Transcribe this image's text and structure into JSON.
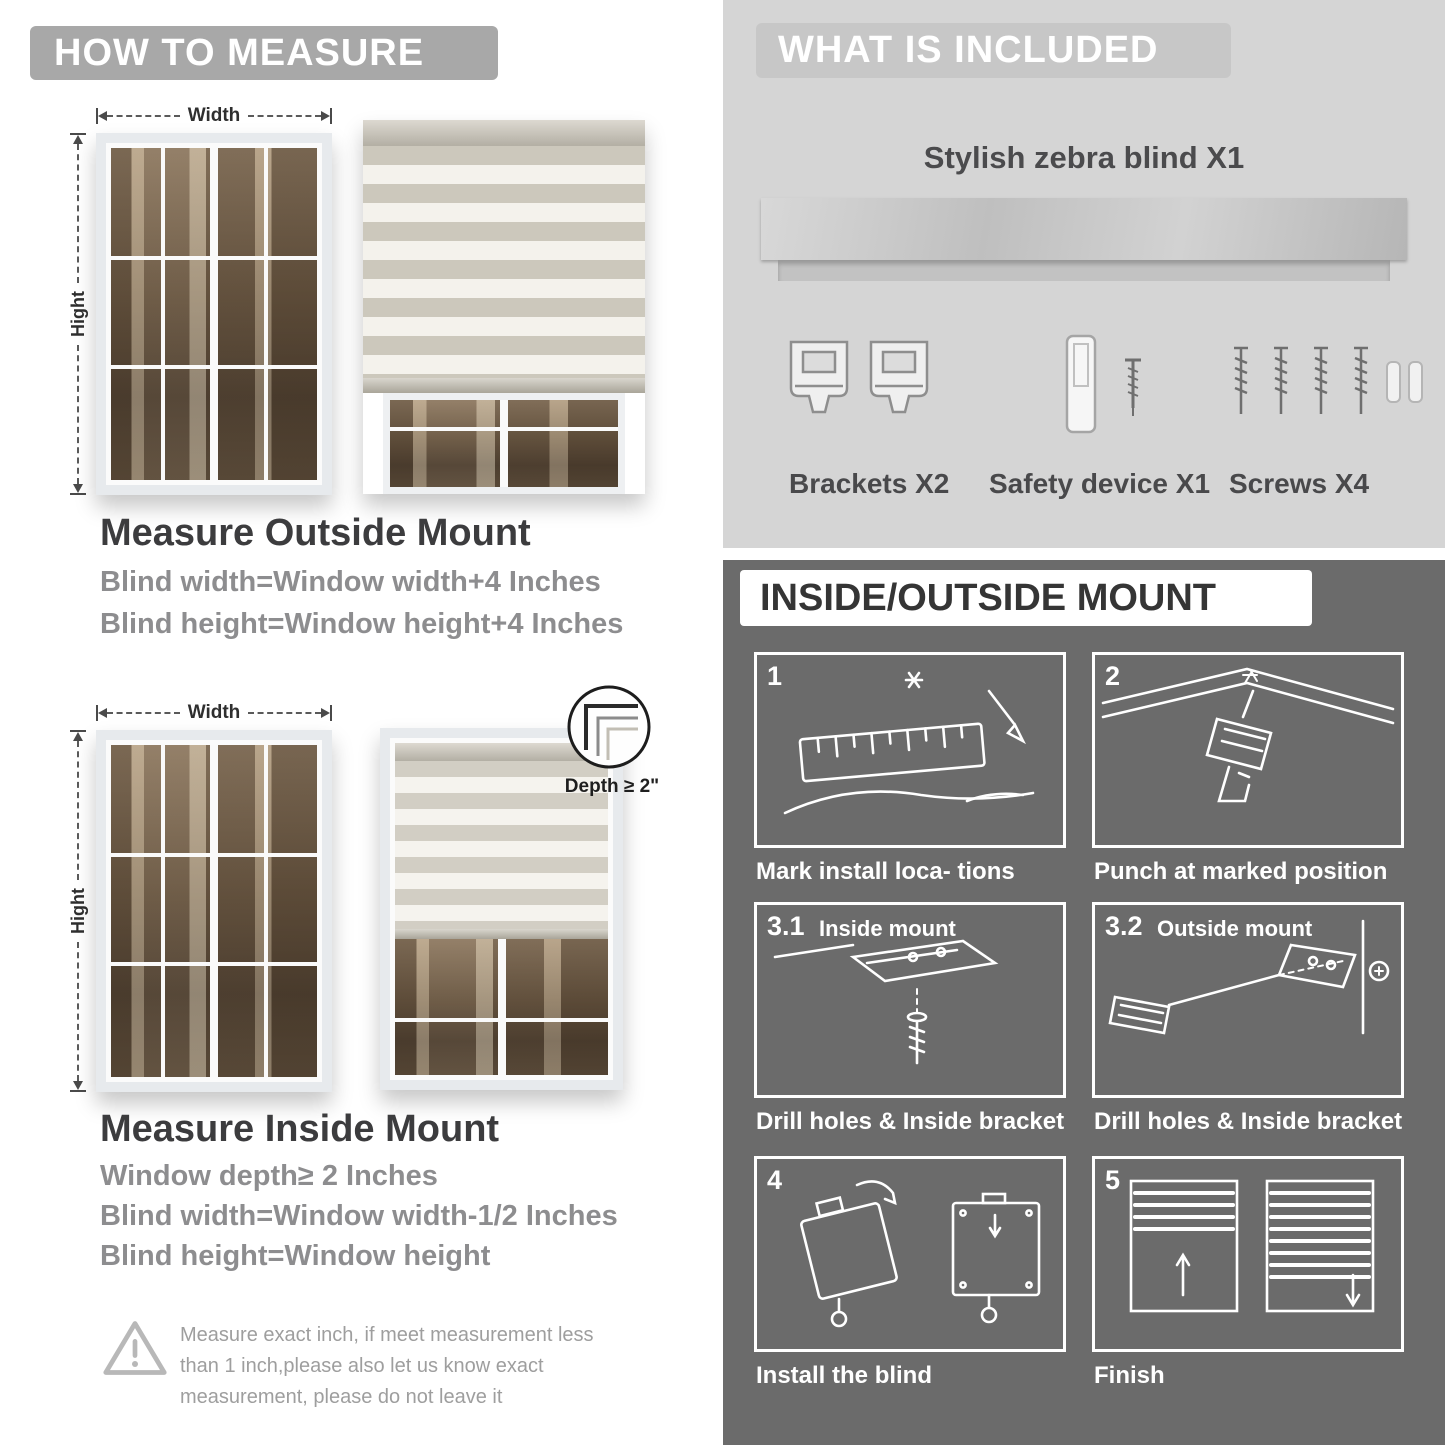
{
  "colors": {
    "header_bar_gray": "#a8a8a8",
    "included_panel_bg": "#d5d5d5",
    "included_header_bg": "#c7c7c7",
    "mount_panel_bg": "#6b6b6b",
    "title_dark": "#3c3c3e",
    "body_text_gray": "#8d8d8f"
  },
  "left": {
    "header": "HOW TO MEASURE",
    "labels": {
      "width": "Width",
      "height": "Hight"
    },
    "outside": {
      "title": "Measure Outside Mount",
      "line1": "Blind width=Window width+4 Inches",
      "line2": "Blind height=Window height+4 Inches"
    },
    "inside": {
      "depth": "Depth ≥ 2\"",
      "title": "Measure Inside Mount",
      "line1": "Window depth≥ 2 Inches",
      "line2": "Blind width=Window width-1/2 Inches",
      "line3": "Blind height=Window height"
    },
    "note": "Measure exact inch, if meet measurement less than 1 inch,please also let us know exact measurement, please do not leave it"
  },
  "right": {
    "included": {
      "header": "WHAT IS INCLUDED",
      "product": "Stylish zebra blind X1",
      "items": [
        {
          "label": "Brackets X2"
        },
        {
          "label": "Safety device X1"
        },
        {
          "label": "Screws X4"
        }
      ]
    },
    "mount": {
      "header": "INSIDE/OUTSIDE MOUNT",
      "steps": [
        {
          "num": "1",
          "caption": "Mark install loca- tions"
        },
        {
          "num": "2",
          "caption": "Punch at  marked position"
        },
        {
          "num": "3.1",
          "inner": "Inside mount",
          "caption": "Drill holes &  Inside bracket"
        },
        {
          "num": "3.2",
          "inner": "Outside mount",
          "caption": "Drill holes &  Inside bracket"
        },
        {
          "num": "4",
          "caption": "Install the blind"
        },
        {
          "num": "5",
          "caption": "Finish"
        }
      ]
    }
  }
}
